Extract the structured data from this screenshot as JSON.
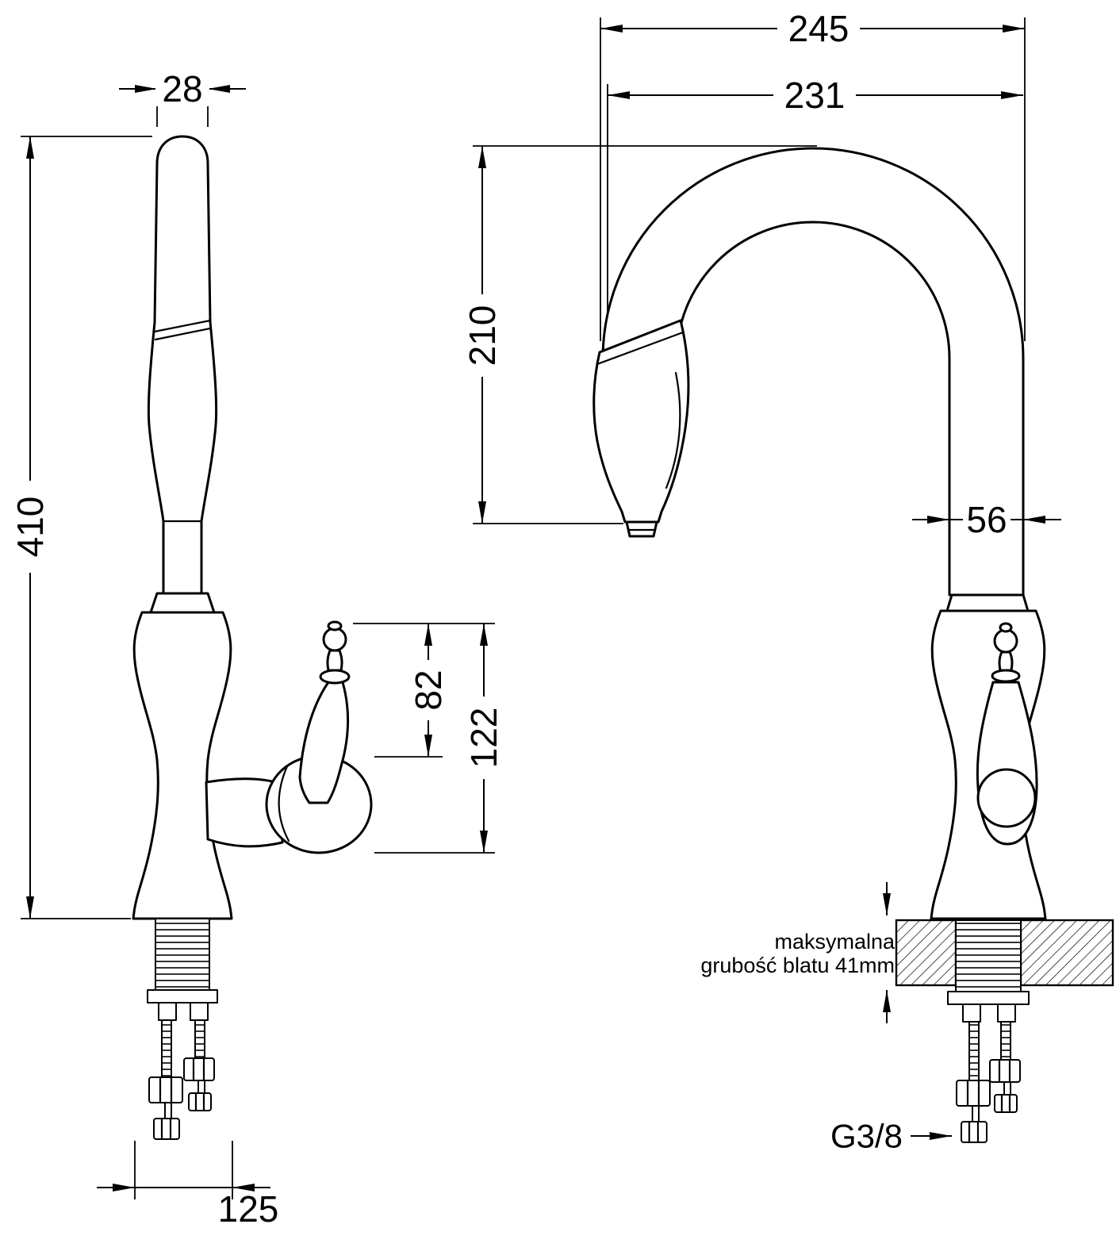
{
  "drawing": {
    "left_view": {
      "dim_spout_width": "28",
      "dim_total_height": "410",
      "dim_handle_top": "82",
      "dim_handle_total": "122",
      "dim_base": "125"
    },
    "right_view": {
      "dim_overall": "245",
      "dim_reach": "231",
      "dim_spout_height": "210",
      "dim_tube": "56",
      "note_line1": "maksymalna",
      "note_line2": "grubość blatu 41mm",
      "thread_label": "G3/8"
    }
  }
}
